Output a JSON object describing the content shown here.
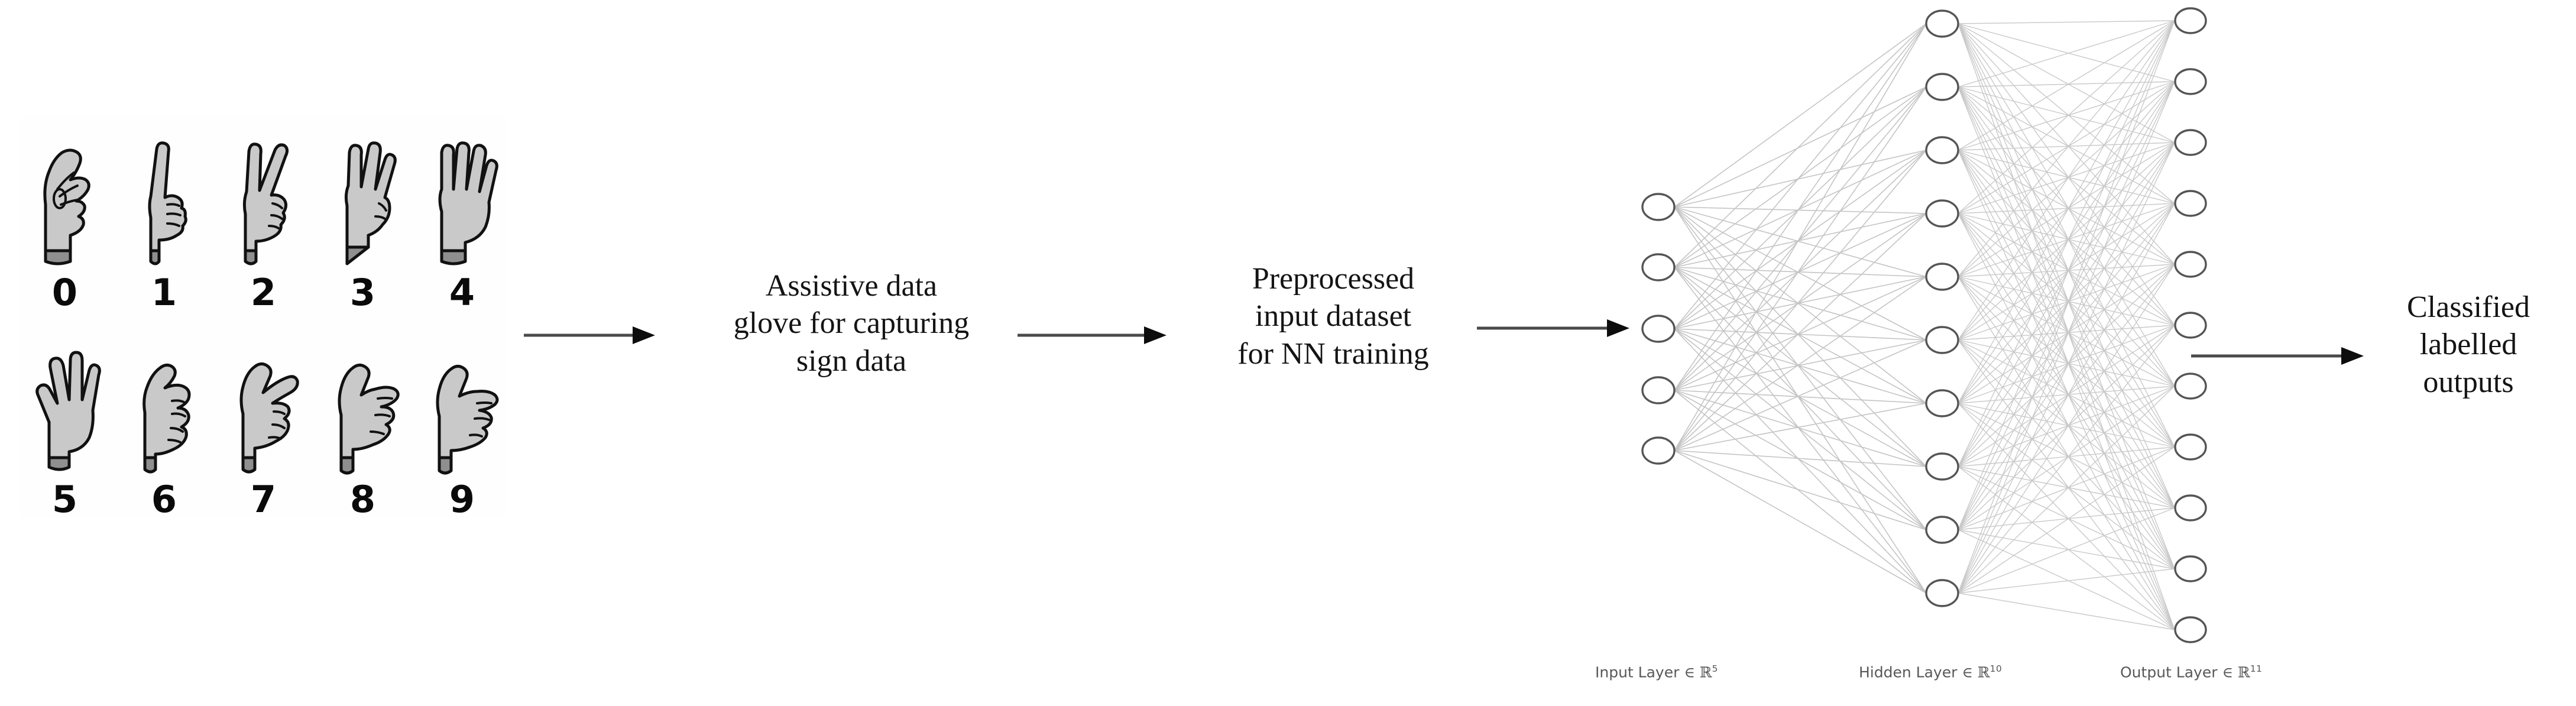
{
  "figure": {
    "background": "#ffffff",
    "ink": "#141414"
  },
  "gesture_chart": {
    "name": "sign-language-digit-reference",
    "rows": [
      [
        {
          "label": "0",
          "sign": "fist-closed-o-shape"
        },
        {
          "label": "1",
          "sign": "index-finger-up"
        },
        {
          "label": "2",
          "sign": "index-and-middle-up"
        },
        {
          "label": "3",
          "sign": "thumb-index-middle-up"
        },
        {
          "label": "4",
          "sign": "four-fingers-up"
        }
      ],
      [
        {
          "label": "5",
          "sign": "open-palm-five-fingers"
        },
        {
          "label": "6",
          "sign": "thumb-and-pinky-touch"
        },
        {
          "label": "7",
          "sign": "thumb-and-ring-touch"
        },
        {
          "label": "8",
          "sign": "thumb-and-middle-touch"
        },
        {
          "label": "9",
          "sign": "thumb-and-index-touch"
        }
      ]
    ]
  },
  "pipeline": {
    "arrows": [
      {
        "name": "arrow-dataset-to-glove"
      },
      {
        "name": "arrow-glove-to-preprocessing"
      },
      {
        "name": "arrow-preprocessing-to-network"
      },
      {
        "name": "arrow-network-to-outputs"
      }
    ],
    "stages": [
      {
        "name": "assistive-glove-stage",
        "lines": [
          "Assistive data",
          "glove for capturing",
          "sign data"
        ]
      },
      {
        "name": "preprocessed-dataset-stage",
        "lines": [
          "Preprocessed",
          "input dataset",
          "for NN training"
        ]
      },
      {
        "name": "classified-outputs-stage",
        "lines": [
          "Classified",
          "labelled",
          "outputs"
        ]
      }
    ]
  },
  "neural_network": {
    "name": "feedforward-network-diagram",
    "node_fill": "#ffffff",
    "node_stroke": "#555555",
    "edge_color": "#bdbdbd",
    "layers": [
      {
        "name": "input-layer",
        "label_text": "Input Layer",
        "label_symbol": "∈ ℝ",
        "label_superscript": "5",
        "node_count": 5
      },
      {
        "name": "hidden-layer",
        "label_text": "Hidden Layer",
        "label_symbol": "∈ ℝ",
        "label_superscript": "10",
        "node_count": 10
      },
      {
        "name": "output-layer",
        "label_text": "Output Layer",
        "label_symbol": "∈ ℝ",
        "label_superscript": "11",
        "node_count": 11
      }
    ]
  }
}
